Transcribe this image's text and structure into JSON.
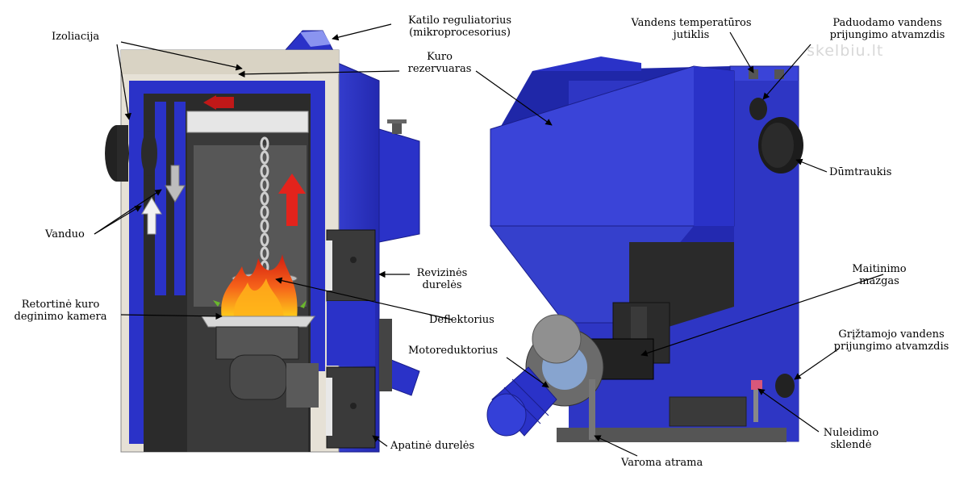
{
  "watermark": "skelbiu.lt",
  "colors": {
    "boiler_blue": "#2a32c8",
    "boiler_blue_dark": "#1a1e8a",
    "boiler_blue_light": "#4a58e6",
    "insulation": "#e6e1d6",
    "interior": "#2b2b2b",
    "water_arrow": "#f2f2f2",
    "flue_arrow": "#e3231c",
    "fire": "#f25a12",
    "leader_line": "#000000"
  },
  "labels": {
    "izoliacija": "Izoliacija",
    "katilo_reguliatorius_1": "Katilo reguliatorius",
    "katilo_reguliatorius_2": "(mikroprocesorius)",
    "kuro_1": "Kuro",
    "kuro_2": "rezervuaras",
    "vanduo": "Vanduo",
    "revizines_1": "Revizinės",
    "revizines_2": "durelės",
    "retortine_1": "Retortinė kuro",
    "retortine_2": "deginimo kamera",
    "deflektorius": "Deflektorius",
    "motoreduktorius": "Motoreduktorius",
    "apatine": "Apatinė durelės",
    "vandens_temp_1": "Vandens temperatūros",
    "vandens_temp_2": "jutiklis",
    "paduodamo_1": "Paduodamo vandens",
    "paduodamo_2": "prijungimo atvamzdis",
    "dumtraukis": "Dūmtraukis",
    "maitinimo_1": "Maitinimo",
    "maitinimo_2": "mazgas",
    "grizt_1": "Grįžtamojo vandens",
    "grizt_2": "prijungimo atvamzdis",
    "nuleidimo_1": "Nuleidimo",
    "nuleidimo_2": "sklendė",
    "varoma_atrama": "Varoma atrama"
  }
}
